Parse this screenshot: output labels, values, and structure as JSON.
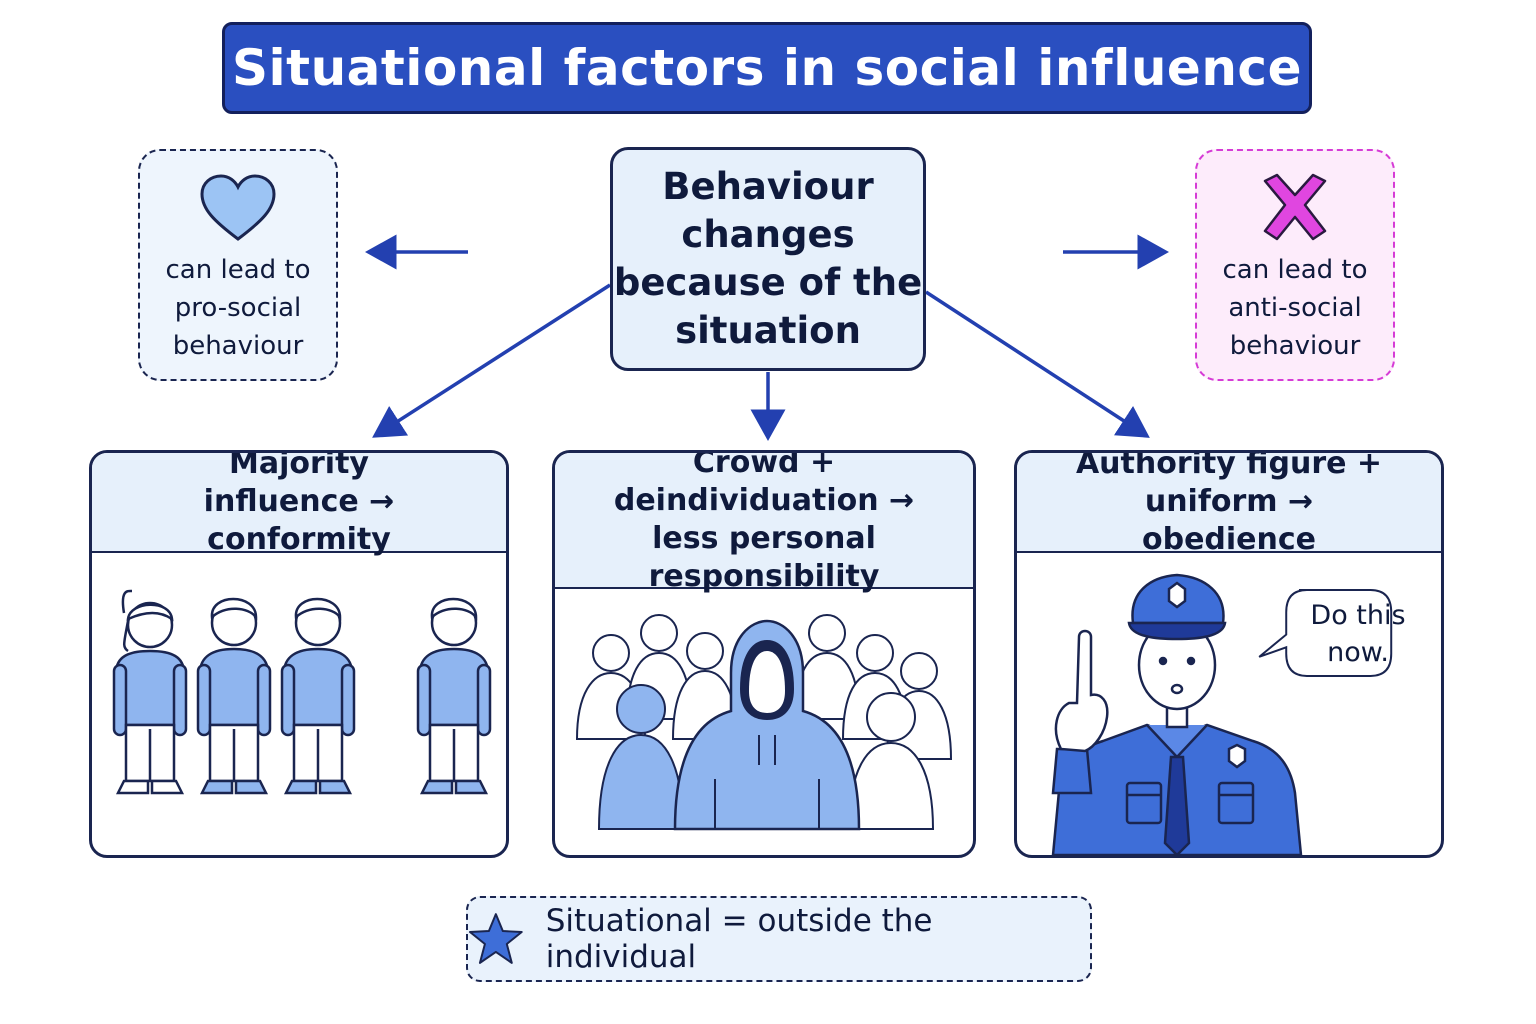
{
  "title": "Situational factors in social influence",
  "center": "Behaviour changes because of the situation",
  "pro_social": {
    "text": "can lead to pro-social behaviour",
    "icon": "heart-icon"
  },
  "anti_social": {
    "text": "can lead to anti-social behaviour",
    "icon": "cross-icon"
  },
  "panels": [
    {
      "heading": "Majority influence → conformity"
    },
    {
      "heading": "Crowd + deindividuation → less personal responsibility"
    },
    {
      "heading": "Authority figure + uniform → obedience",
      "speech": "Do this now."
    }
  ],
  "footer": {
    "text": "Situational = outside the individual",
    "icon": "star-icon"
  },
  "colors": {
    "primary": "#2a4fc0",
    "light_blue": "#e6f0fb",
    "figure_blue": "#8fb5ef",
    "magenta": "#d63bd6",
    "outline": "#1a2550"
  }
}
